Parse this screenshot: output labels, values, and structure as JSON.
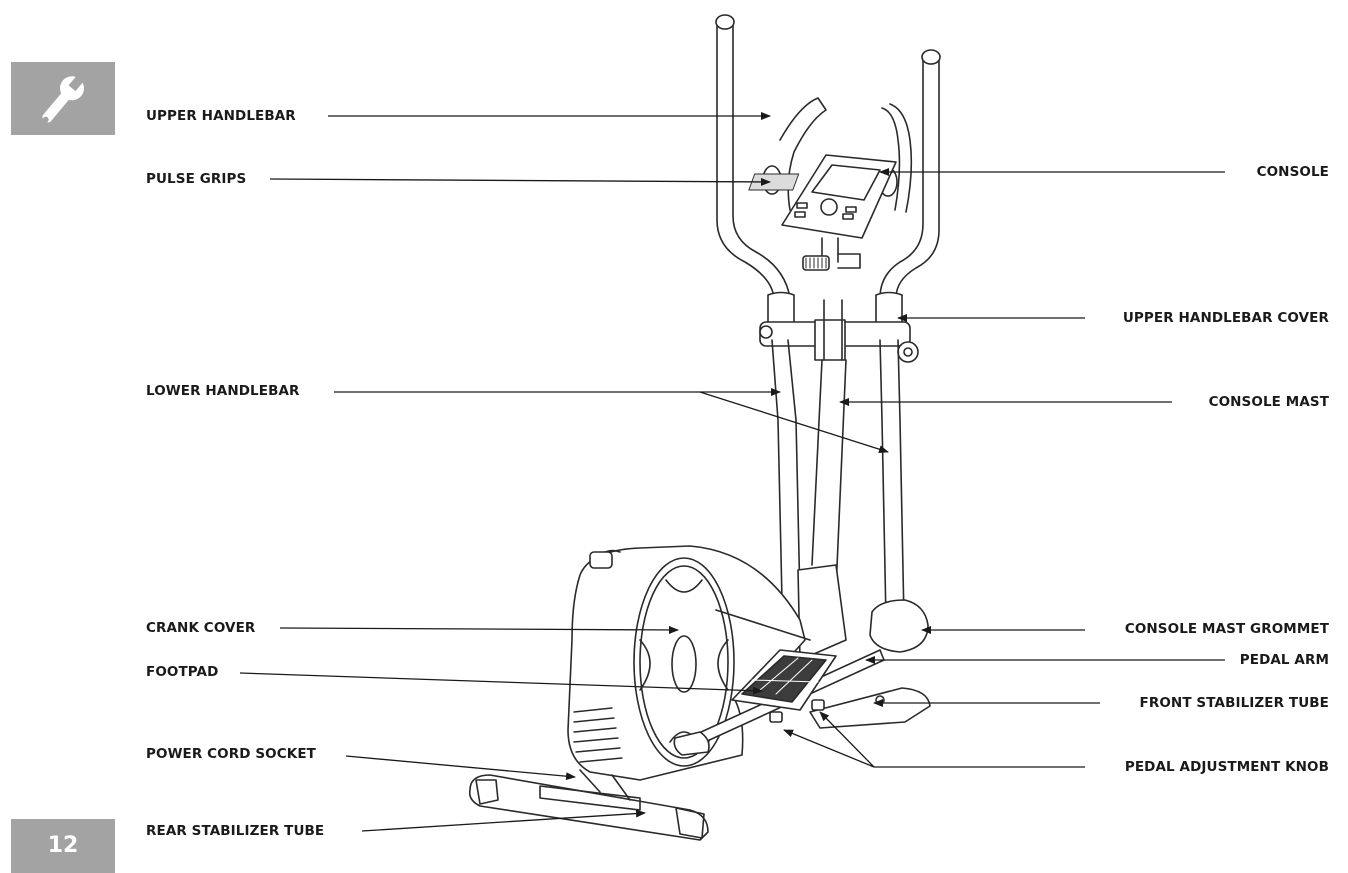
{
  "page": {
    "number": "12",
    "section_icon": "wrench-icon",
    "tab_color": "#a3a3a3"
  },
  "labels": {
    "upper_handlebar": "UPPER HANDLEBAR",
    "pulse_grips": "PULSE GRIPS",
    "lower_handlebar": "LOWER HANDLEBAR",
    "crank_cover": "CRANK COVER",
    "footpad": "FOOTPAD",
    "power_cord_socket": "POWER CORD SOCKET",
    "rear_stabilizer_tube": "REAR STABILIZER TUBE",
    "console": "CONSOLE",
    "upper_handlebar_cover": "UPPER HANDLEBAR COVER",
    "console_mast": "CONSOLE MAST",
    "console_mast_grommet": "CONSOLE MAST GROMMET",
    "pedal_arm": "PEDAL ARM",
    "front_stabilizer_tube": "FRONT STABILIZER TUBE",
    "pedal_adjustment_knob": "PEDAL ADJUSTMENT KNOB"
  }
}
